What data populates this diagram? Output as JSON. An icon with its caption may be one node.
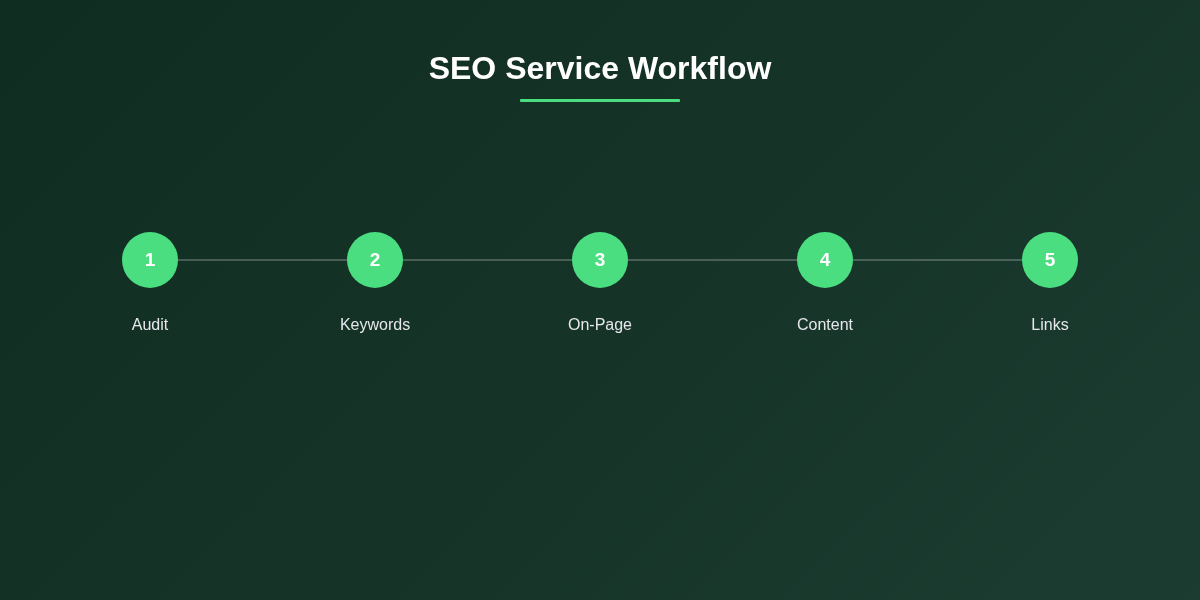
{
  "diagram": {
    "title": "SEO Service Workflow",
    "nodes": [
      {
        "text": [
          "1"
        ],
        "beside": [
          "Audit"
        ]
      },
      {
        "text": [
          "2"
        ],
        "beside": [
          "Keywords"
        ]
      },
      {
        "text": [
          "3"
        ],
        "beside": [
          "On-Page"
        ]
      },
      {
        "text": [
          "4"
        ],
        "beside": [
          "Content"
        ]
      },
      {
        "text": [
          "5"
        ],
        "beside": [
          "Links"
        ]
      }
    ],
    "edges": [
      {
        "from": 0,
        "to": 1,
        "arrow": "none"
      },
      {
        "from": 1,
        "to": 2,
        "arrow": "none"
      },
      {
        "from": 2,
        "to": 3,
        "arrow": "none"
      },
      {
        "from": 3,
        "to": 4,
        "arrow": "none"
      }
    ]
  }
}
